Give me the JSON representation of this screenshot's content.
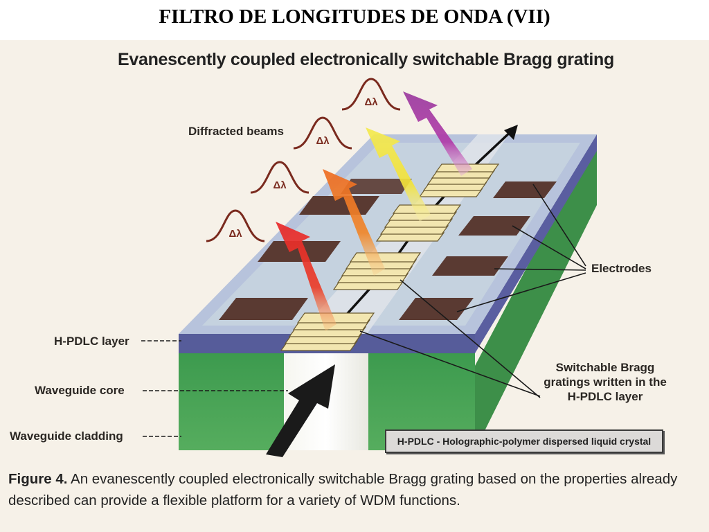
{
  "slide_title": "FILTRO DE LONGITUDES DE ONDA (VII)",
  "figure": {
    "title": "Evanescently coupled electronically switchable Bragg grating",
    "labels": {
      "diffracted_beams": "Diffracted beams",
      "electrodes": "Electrodes",
      "hpdlc_layer": "H-PDLC layer",
      "waveguide_core": "Waveguide core",
      "waveguide_cladding": "Waveguide cladding",
      "switchable_gratings": "Switchable Bragg gratings written in the H-PDLC layer"
    },
    "spectrum_symbol": "Δλ",
    "legend": "H-PDLC - Holographic-polymer dispersed liquid crystal",
    "caption_label": "Figure 4.",
    "caption_text": "An evanescently coupled electronically switchable Bragg grating based on the properties already described can provide a flexible platform for a variety of WDM functions."
  },
  "colors": {
    "beam_red": "#e8362a",
    "beam_orange": "#f08a2a",
    "beam_yellow": "#f4e444",
    "beam_purple": "#a63aa8",
    "cladding_green": "#3f9a50",
    "top_surface": "#b9c6dc",
    "electrode": "#5a3a32",
    "grating": "#f2e6b0",
    "gaussian": "#7a2a1e",
    "background": "#f6f1e8"
  }
}
